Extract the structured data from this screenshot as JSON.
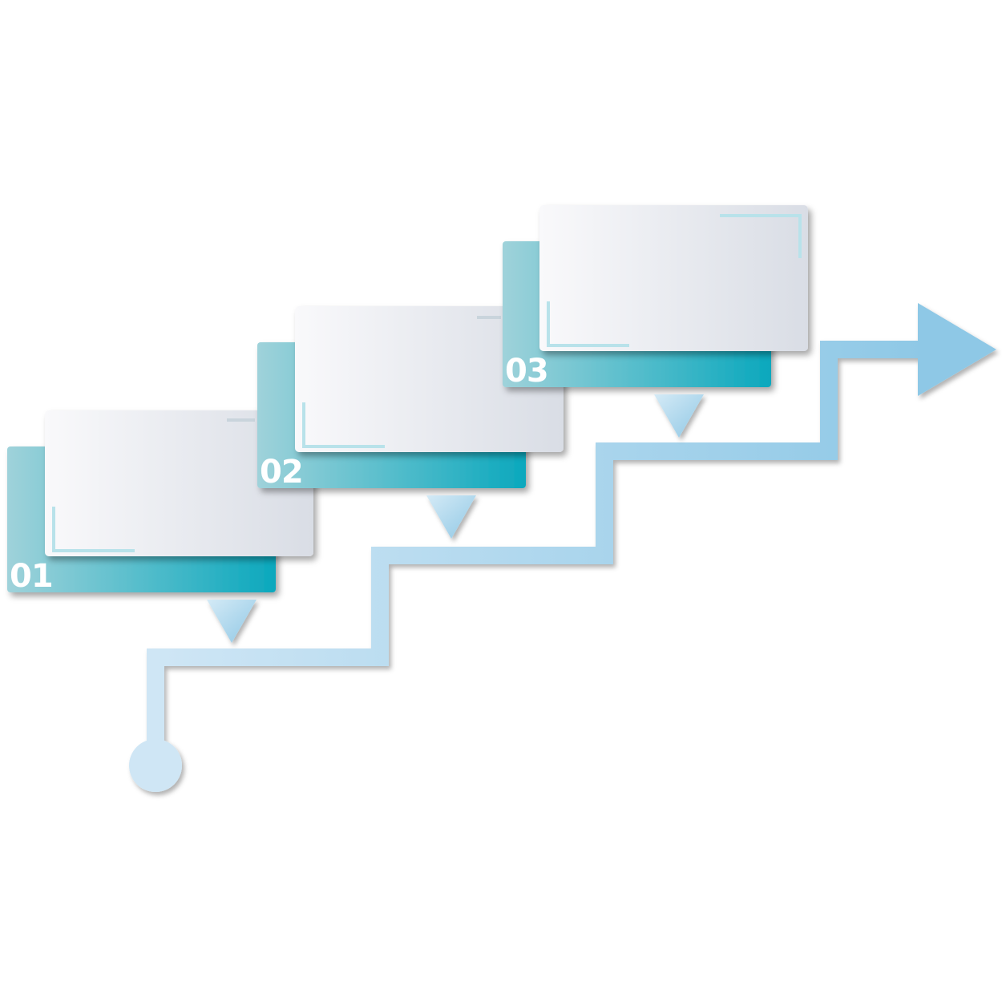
{
  "diagram": {
    "type": "staircase-process",
    "steps": [
      {
        "number": "01"
      },
      {
        "number": "02"
      },
      {
        "number": "03"
      }
    ],
    "colors": {
      "teal_light": "#9fd2da",
      "teal_dark": "#0ba8bd",
      "card_light": "#f9f9fb",
      "card_dark": "#d9dde5",
      "path_light": "#cfe6f5",
      "path_dark": "#8ec8e6",
      "corner_accent": "#b8e2ea",
      "number_text": "#ffffff"
    }
  }
}
